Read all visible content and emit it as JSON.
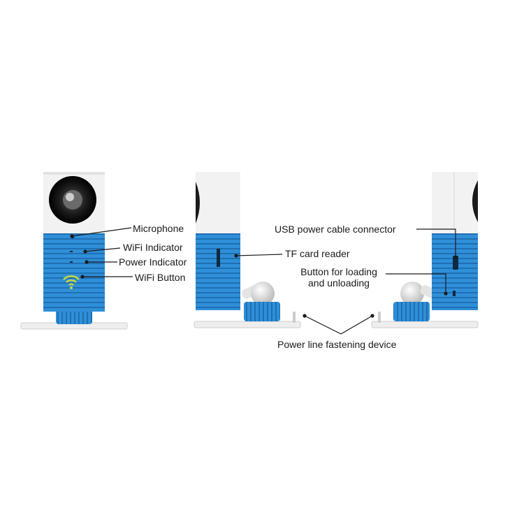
{
  "colors": {
    "body_blue": "#2f8fd8",
    "body_blue_dark": "#1f6fb3",
    "shell_white": "#f2f2f2",
    "lens_black": "#1a1a1a",
    "wifi_yellow": "#c9d83a",
    "base_grey": "#eeeeee",
    "line_black": "#1a1a1a"
  },
  "labels": {
    "microphone": "Microphone",
    "wifi_indicator": "WiFi Indicator",
    "power_indicator": "Power Indicator",
    "wifi_button": "WiFi Button",
    "tf_card_reader": "TF card reader",
    "usb_connector": "USB power cable connector",
    "loading_line1": "Button for loading",
    "loading_line2": "and unloading",
    "power_line": "Power line fastening device"
  },
  "icons": {
    "front_camera": "camera-front-view",
    "side_camera": "camera-side-view",
    "back_camera": "camera-back-view",
    "wifi_symbol": "wifi-icon"
  }
}
